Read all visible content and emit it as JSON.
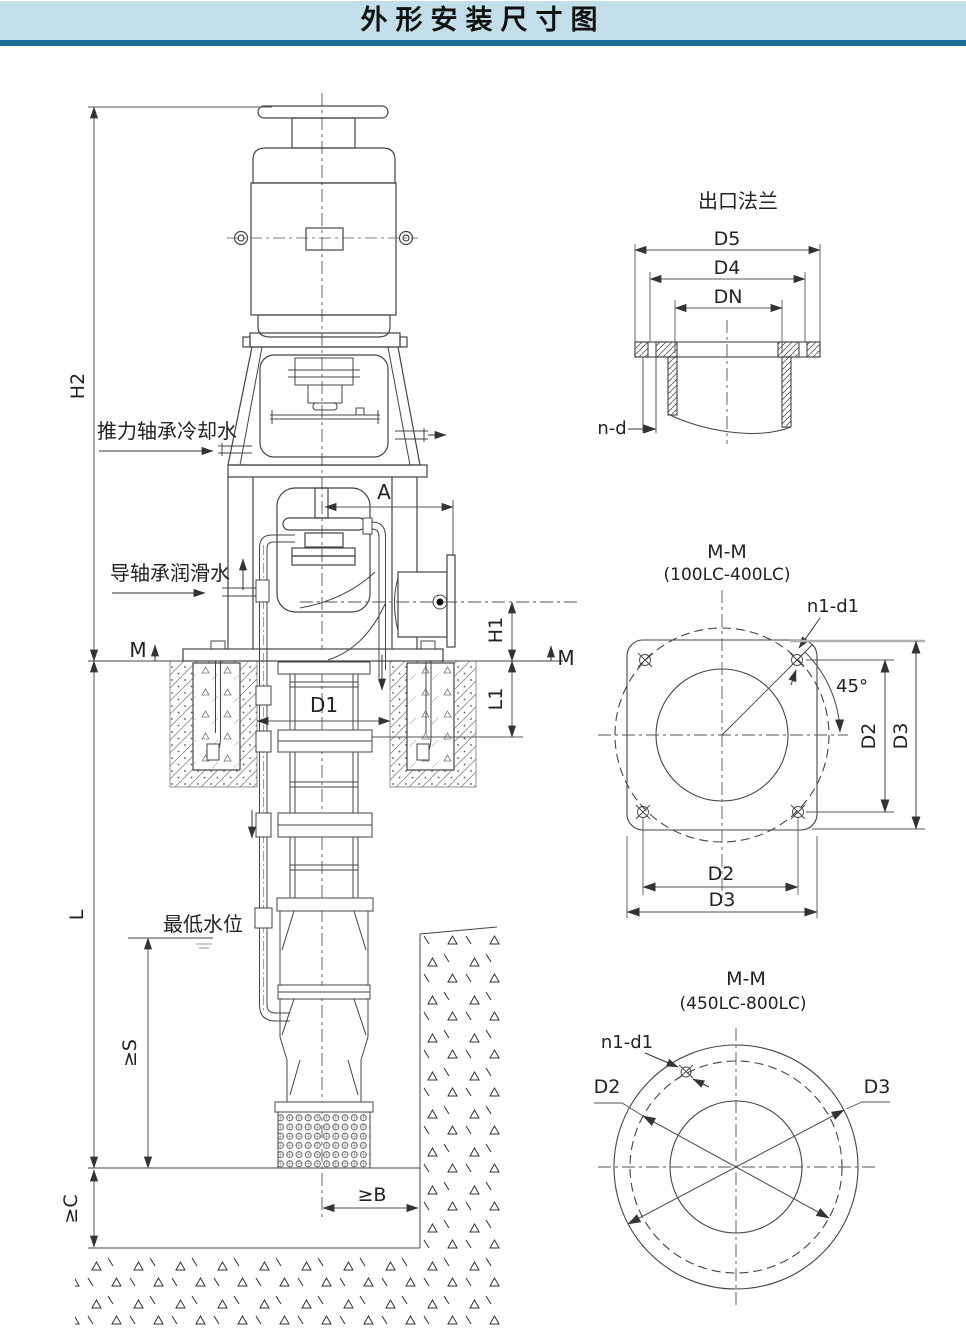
{
  "header": {
    "title": "外形安装尺寸图"
  },
  "pump_view": {
    "annotations": {
      "thrust_bearing_cooling_water": "推力轴承冷却水",
      "guide_bearing_lube_water": "导轴承润滑水",
      "lowest_water_level": "最低水位"
    },
    "dimensions": {
      "H2": "H2",
      "L": "L",
      "S_min": "≥S",
      "C_min": "≥C",
      "B_min": "≥B",
      "H1": "H1",
      "L1": "L1",
      "D1": "D1",
      "A": "A",
      "M_left": "M",
      "M_right": "M"
    }
  },
  "outlet_flange_view": {
    "title": "出口法兰",
    "dimensions": {
      "D5": "D5",
      "D4": "D4",
      "DN": "DN",
      "n_d": "n-d"
    }
  },
  "section_square_view": {
    "title": "M-M",
    "subtitle": "(100LC-400LC)",
    "dimensions": {
      "n1_d1": "n1-d1",
      "angle": "45°",
      "D2_right": "D2",
      "D3_right": "D3",
      "D2_bottom": "D2",
      "D3_bottom": "D3"
    }
  },
  "section_round_view": {
    "title": "M-M",
    "subtitle": "(450LC-800LC)",
    "dimensions": {
      "n1_d1": "n1-d1",
      "D2": "D2",
      "D3": "D3"
    }
  }
}
